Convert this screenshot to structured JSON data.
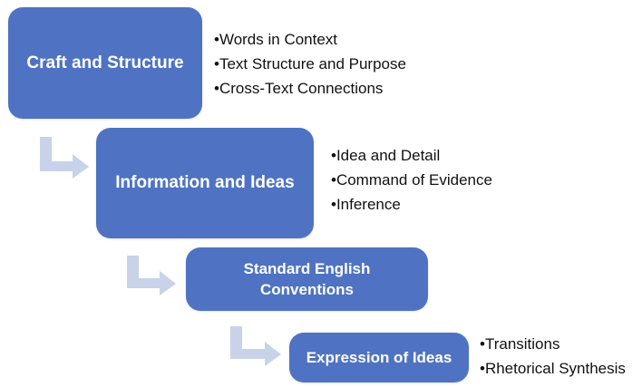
{
  "colors": {
    "box_fill": "#4f73c2",
    "arrow_fill": "#c8d2e8",
    "bullet_text": "#111111"
  },
  "diagram": {
    "steps": [
      {
        "label": "Craft and Structure",
        "bullets": [
          "•Words in Context",
          "•Text Structure and Purpose",
          "•Cross-Text Connections"
        ]
      },
      {
        "label": "Information and Ideas",
        "bullets": [
          "•Idea and Detail",
          "•Command of Evidence",
          "•Inference"
        ]
      },
      {
        "label_lines": [
          "Standard English",
          "Conventions"
        ]
      },
      {
        "label": "Expression of Ideas",
        "bullets": [
          "•Transitions",
          "•Rhetorical Synthesis"
        ]
      }
    ]
  }
}
